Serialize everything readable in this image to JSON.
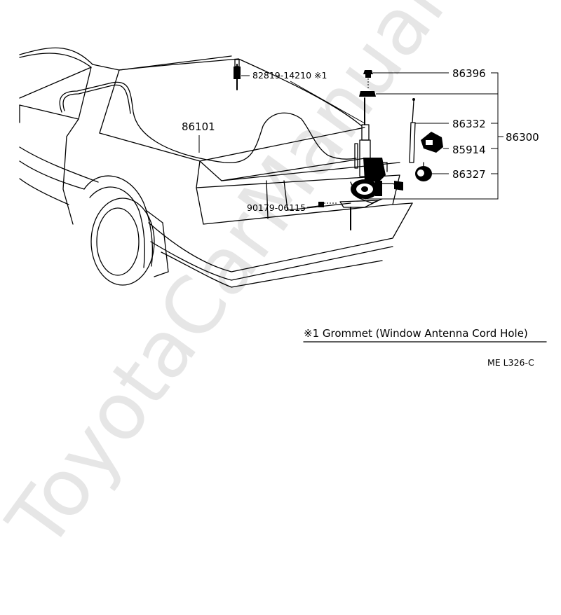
{
  "watermark": "ToyotaCarManual.ru",
  "part_labels": {
    "grommet_cord": "82819-14210 ※1",
    "window_cord": "86101",
    "screw": "90179-06115",
    "nut": "86396",
    "antenna_rod": "86332",
    "motor_cover": "85914",
    "relay": "86327",
    "motor_assy": "86300"
  },
  "note": "※1 Grommet (Window Antenna Cord Hole)",
  "diagram_code": "ME L326-C"
}
